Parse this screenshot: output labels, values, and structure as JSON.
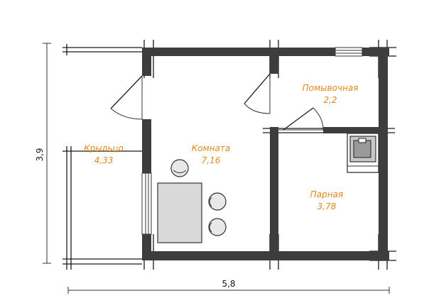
{
  "rooms": {
    "porch": {
      "name": "Крыльцо",
      "area": "4,33"
    },
    "room": {
      "name": "Комната",
      "area": "7,16"
    },
    "washing": {
      "name": "Помывочная",
      "area": "2,2"
    },
    "steam": {
      "name": "Парная",
      "area": "3,78"
    }
  },
  "dimensions": {
    "width": "5,8",
    "height": "3,9"
  },
  "colors": {
    "wall": "#3d3d3d",
    "label": "#e08a1e"
  }
}
